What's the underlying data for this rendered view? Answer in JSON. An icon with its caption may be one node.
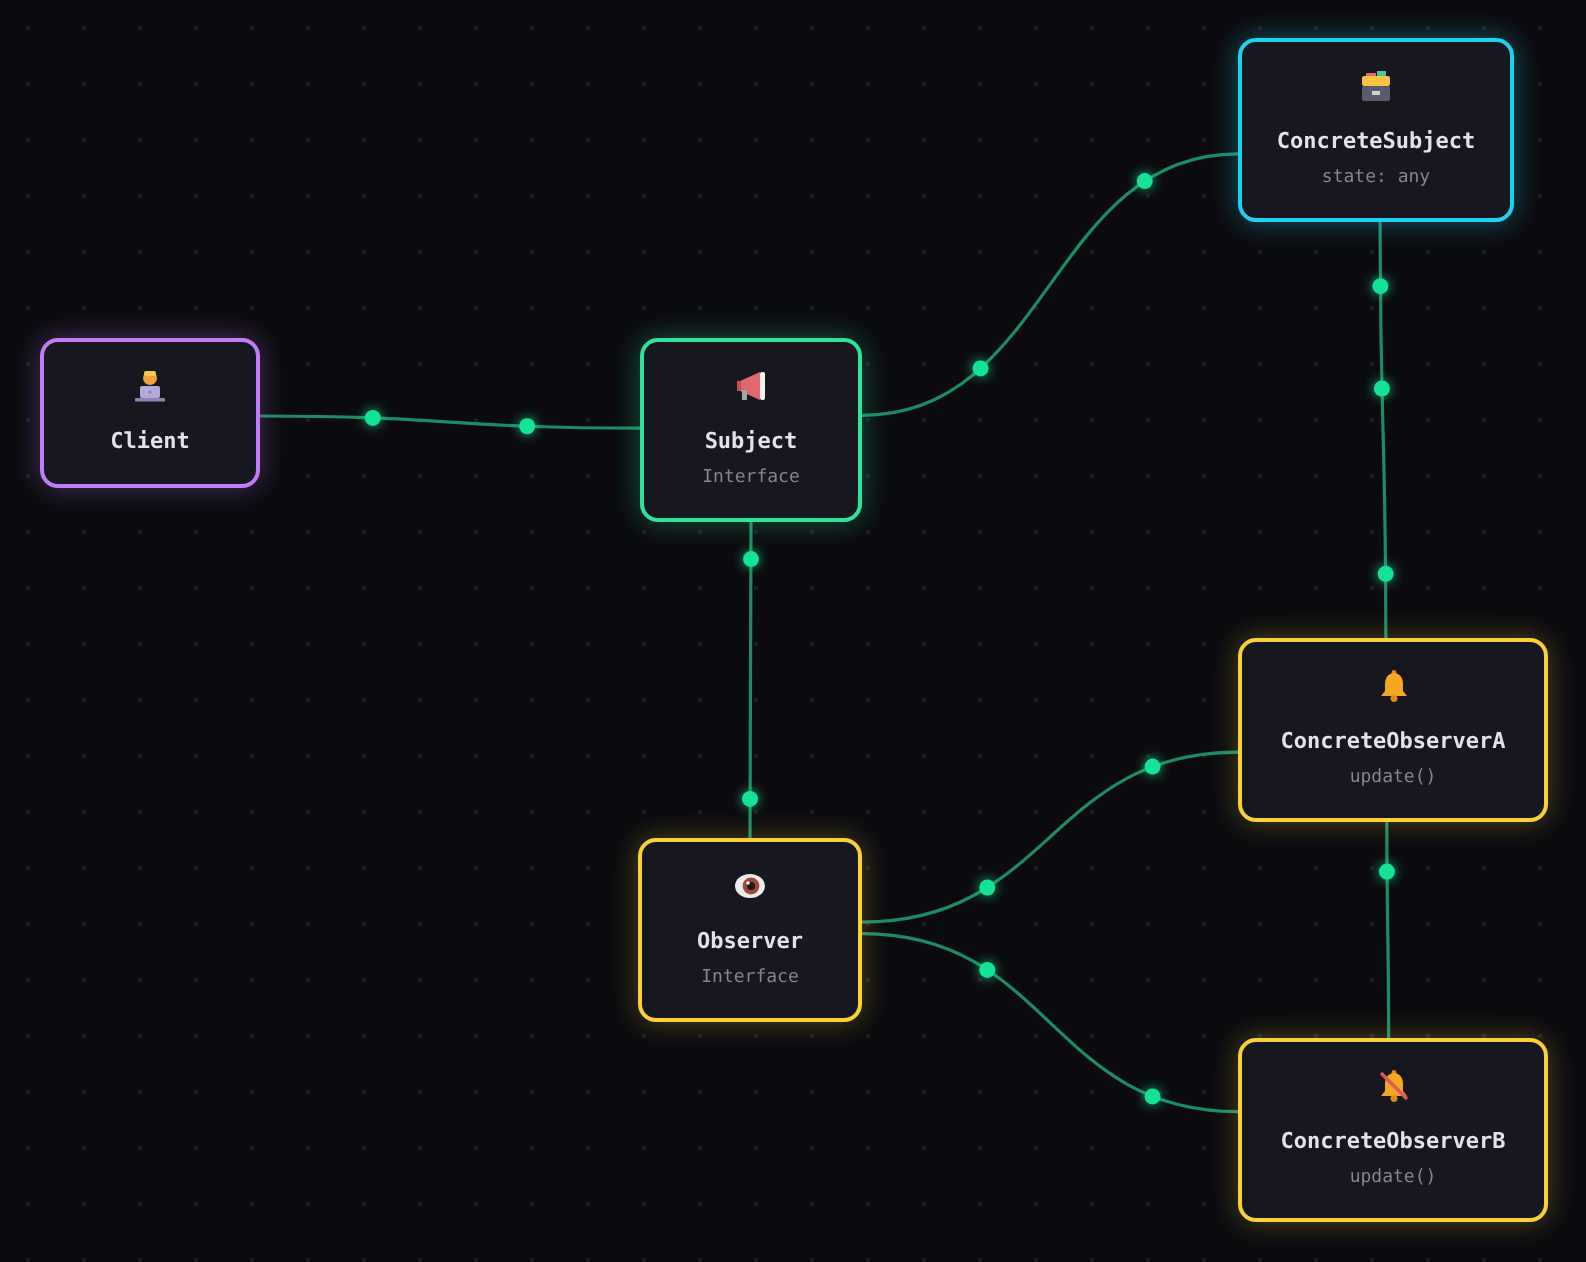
{
  "diagram": {
    "nodes": [
      {
        "text": [
          "Client"
        ]
      },
      {
        "text": [
          "Subject",
          "Interface"
        ]
      },
      {
        "text": [
          "ConcreteSubject",
          "state: any"
        ]
      },
      {
        "text": [
          "Observer",
          "Interface"
        ]
      },
      {
        "text": [
          "ConcreteObserverA",
          "update()"
        ]
      },
      {
        "text": [
          "ConcreteObserverB",
          "update()"
        ]
      }
    ],
    "edges": [
      {
        "from": 0,
        "to": 1,
        "arrow": "none"
      },
      {
        "from": 1,
        "to": 2,
        "arrow": "none"
      },
      {
        "from": 1,
        "to": 3,
        "arrow": "none"
      },
      {
        "from": 2,
        "to": 4,
        "arrow": "none"
      },
      {
        "from": 4,
        "to": 5,
        "arrow": "none"
      },
      {
        "from": 3,
        "to": 4,
        "arrow": "none"
      },
      {
        "from": 3,
        "to": 5,
        "arrow": "none"
      }
    ]
  }
}
